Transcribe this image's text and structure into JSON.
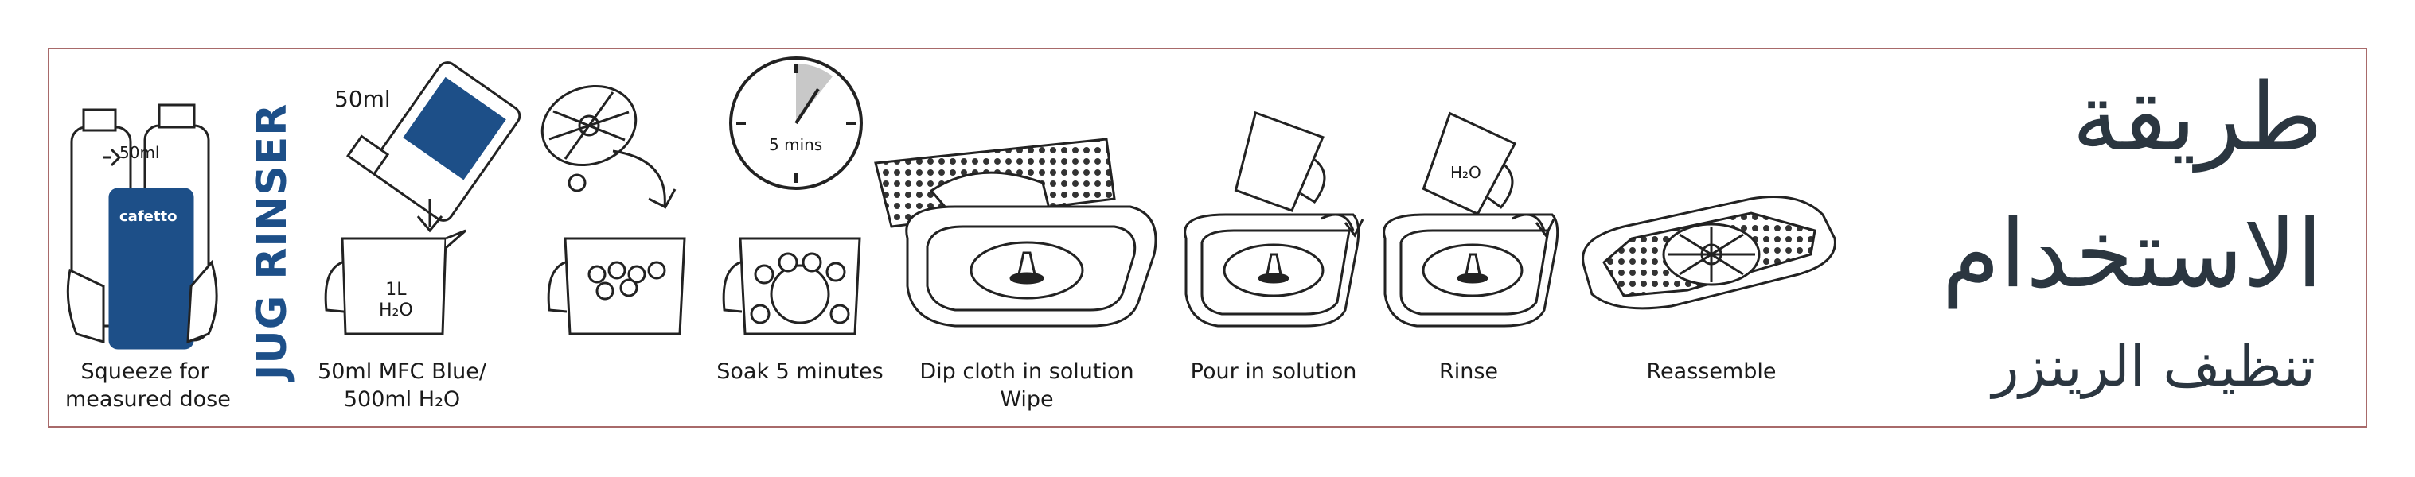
{
  "title_ar": {
    "line1": "طريقة",
    "line2": "الاستخدام",
    "subtitle": "تنظيف الرينزر"
  },
  "product": {
    "name": "JUG RINSER",
    "bottle_label": "cafetto",
    "dose_label": "50ml",
    "measure": "50ml"
  },
  "steps": [
    {
      "caption1": "Squeeze for",
      "caption2": "measured dose"
    },
    {
      "caption1": "50ml MFC Blue/",
      "caption2": "500ml H₂O"
    },
    {
      "caption1": "",
      "caption2": ""
    },
    {
      "caption1": "Soak 5 minutes",
      "caption2": ""
    },
    {
      "caption1": "Dip cloth in solution",
      "caption2": "Wipe"
    },
    {
      "caption1": "Pour in solution",
      "caption2": ""
    },
    {
      "caption1": "Rinse",
      "caption2": ""
    },
    {
      "caption1": "Reassemble",
      "caption2": ""
    }
  ],
  "jug_label": {
    "line1": "1L",
    "line2": "H₂O"
  },
  "timer_label": "5 mins",
  "rinse_jug_label": "H₂O",
  "colors": {
    "brand_blue": "#1d4f88",
    "border": "#a86a6a",
    "arabic_text": "#2b3640"
  }
}
